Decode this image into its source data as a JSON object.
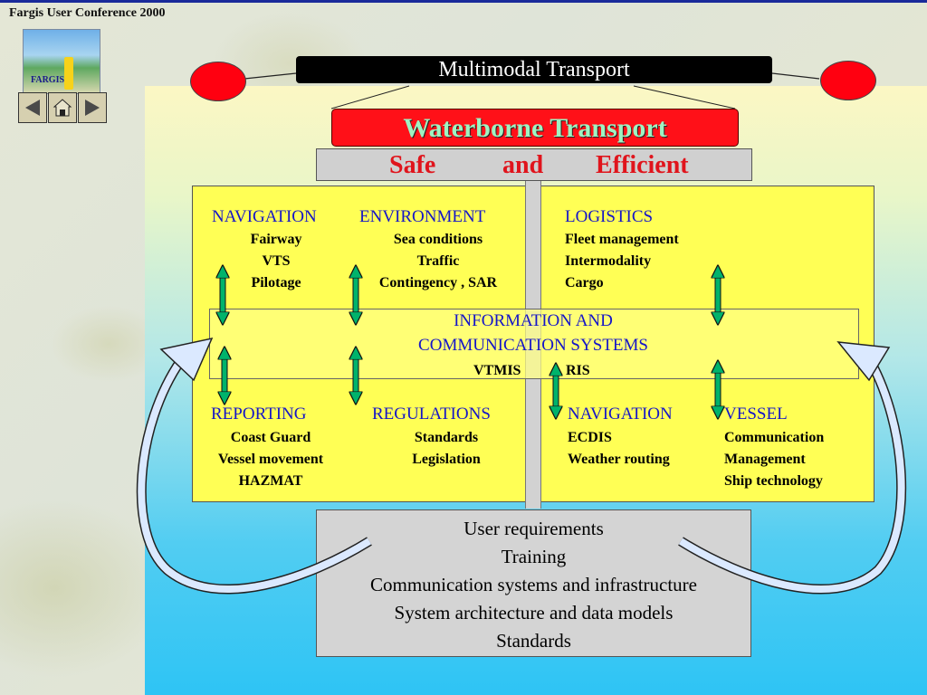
{
  "header": {
    "conference": "Fargis User Conference 2000"
  },
  "logo": {
    "text": "FARGIS",
    "letter": "i"
  },
  "nav": {
    "prev": "prev-arrow",
    "home": "home",
    "next": "next-arrow"
  },
  "top": {
    "multimodal": "Multimodal Transport",
    "waterborne": "Waterborne Transport"
  },
  "goals": [
    "Safe",
    "and",
    "Efficient"
  ],
  "upper": {
    "navigation": {
      "title": "NAVIGATION",
      "items": [
        "Fairway",
        "VTS",
        "Pilotage"
      ]
    },
    "environment": {
      "title": "ENVIRONMENT",
      "items": [
        "Sea conditions",
        "Traffic",
        "Contingency , SAR"
      ]
    },
    "logistics": {
      "title": "LOGISTICS",
      "items": [
        "Fleet management",
        "Intermodality",
        "Cargo"
      ]
    }
  },
  "info": {
    "line1": "INFORMATION AND",
    "line2": "COMMUNICATION  SYSTEMS",
    "sub1": "VTMIS",
    "sub2": "RIS"
  },
  "lower": {
    "reporting": {
      "title": "REPORTING",
      "items": [
        "Coast Guard",
        "Vessel movement",
        "HAZMAT"
      ]
    },
    "regulations": {
      "title": "REGULATIONS",
      "items": [
        "Standards",
        "Legislation"
      ]
    },
    "navigation": {
      "title": "NAVIGATION",
      "items": [
        "ECDIS",
        "Weather routing"
      ]
    },
    "vessel": {
      "title": "VESSEL",
      "items": [
        "Communication",
        "Management",
        "Ship technology"
      ]
    }
  },
  "bottom": [
    "User requirements",
    "Training",
    "Communication systems and infrastructure",
    "System architecture and data models",
    "Standards"
  ],
  "colors": {
    "heading": "#1515c8",
    "red": "#ff0010",
    "arrow": "#00b36b",
    "yellow": "#ffff55"
  }
}
